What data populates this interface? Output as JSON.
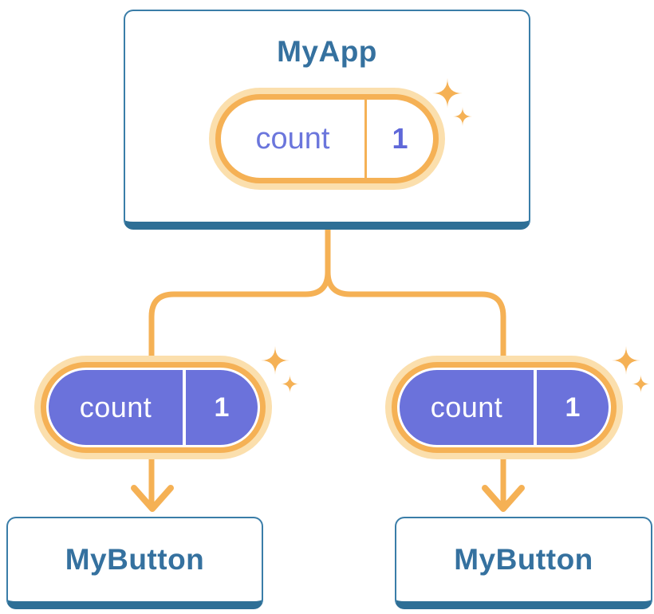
{
  "colors": {
    "accent": "#F5B155",
    "glow": "#FBDFAD",
    "purple": "#6B72DB",
    "purple_text": "#6B76DC",
    "purple_value": "#5F68D9",
    "card_border": "#3A7DA8",
    "card_shadow": "#2E6F96",
    "title_text": "#35719F",
    "card_bg": "#FFFFFF"
  },
  "tree": {
    "root": {
      "title": "MyApp",
      "state": {
        "label": "count",
        "value": "1",
        "highlighted": true
      }
    },
    "children": [
      {
        "title": "MyButton",
        "state": {
          "label": "count",
          "value": "1",
          "highlighted": true
        }
      },
      {
        "title": "MyButton",
        "state": {
          "label": "count",
          "value": "1",
          "highlighted": true
        }
      }
    ]
  },
  "icons": {
    "sparkle_large": "four-point-star",
    "sparkle_small": "four-point-star"
  }
}
